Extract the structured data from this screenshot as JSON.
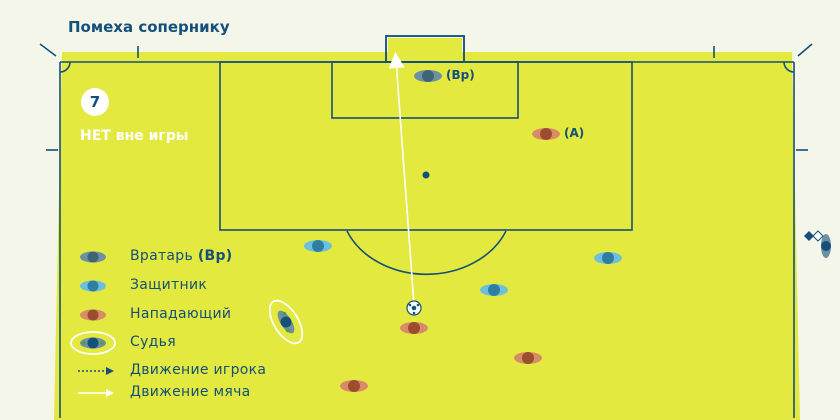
{
  "header": {
    "title": "Помеха сопернику"
  },
  "scenario": {
    "number": "7",
    "status": "НЕТ вне игры"
  },
  "players": {
    "goalkeeper_tag": "(Вр)",
    "attacker_tag": "(А)"
  },
  "legend": {
    "goalkeeper_label": "Вратарь",
    "goalkeeper_abbr": "(Вр)",
    "defender_label": "Защитник",
    "attacker_label": "Нападающий",
    "referee_label": "Судья",
    "player_move_label": "Движение игрока",
    "ball_move_label": "Движение мяча"
  },
  "colors": {
    "pitch": "#e3e93f",
    "background": "#f4f6ea",
    "lines": "#14507a",
    "goalkeeper": "#5a7c8f",
    "defender": "#4fa6c8",
    "attacker": "#c8704a",
    "text": "#14507a"
  },
  "icons": [
    "whistle-flag-icon",
    "ball-icon"
  ]
}
